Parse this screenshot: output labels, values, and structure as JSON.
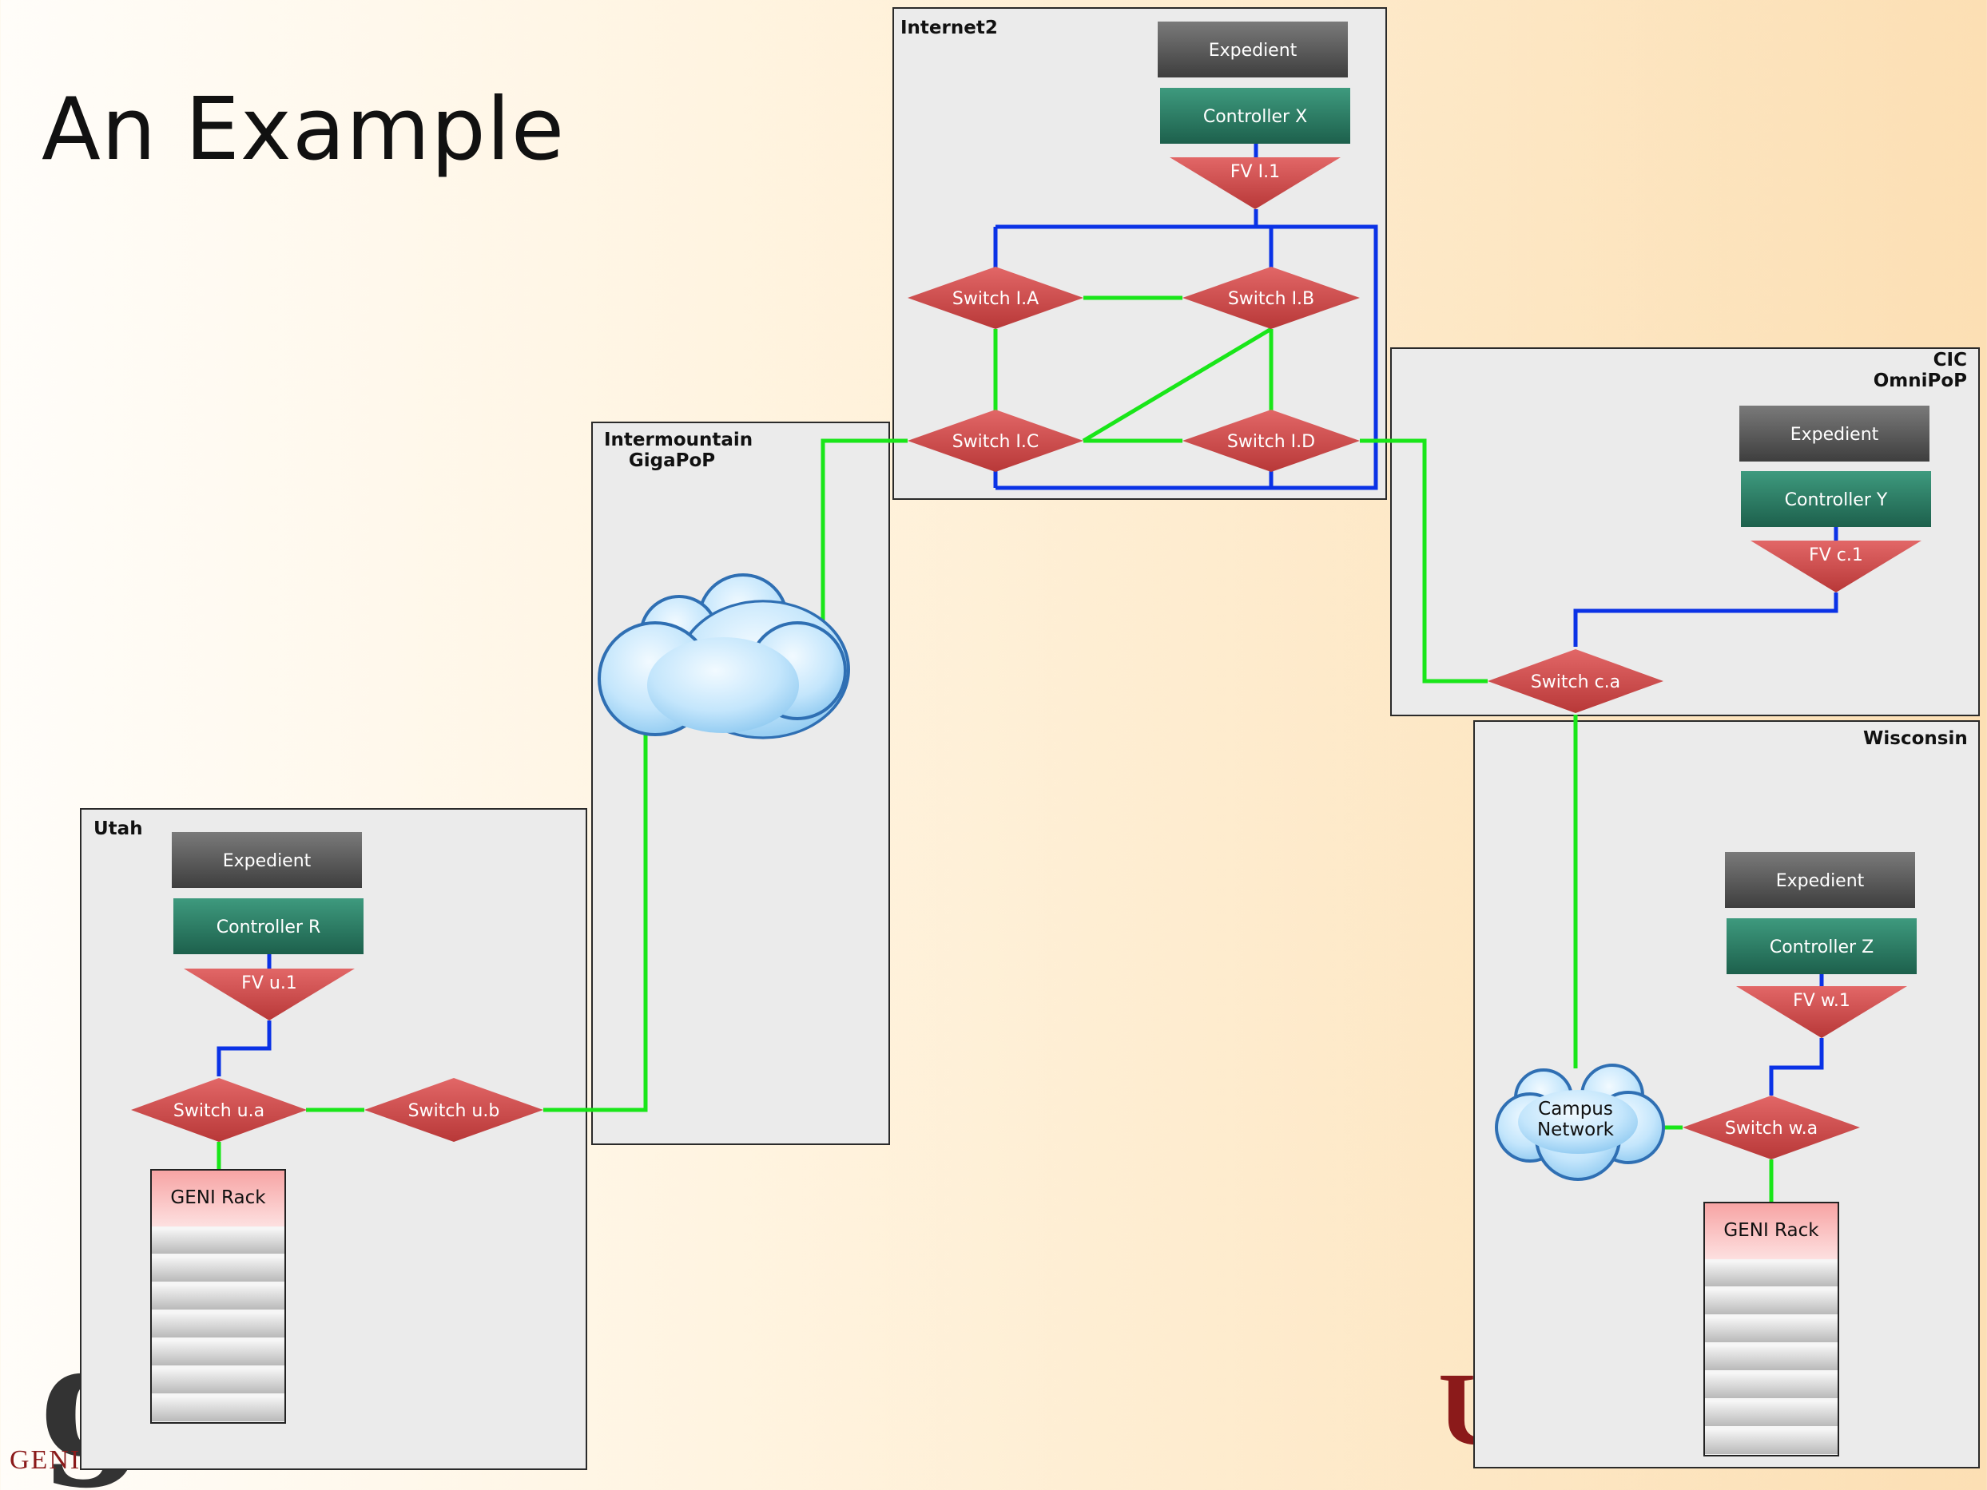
{
  "slide": {
    "title": "An Example",
    "logo_left_glyph": "g",
    "logo_left_text": "GENI",
    "logo_right_text": "U"
  },
  "domains": {
    "internet2": "Internet2",
    "cic_line1": "CIC",
    "cic_line2": "OmniPoP",
    "intermountain_line1": "Intermountain",
    "intermountain_line2": "GigaPoP",
    "utah": "Utah",
    "wisconsin": "Wisconsin"
  },
  "nodes": {
    "expedient": "Expedient",
    "controller_x": "Controller X",
    "controller_y": "Controller Y",
    "controller_r": "Controller R",
    "controller_z": "Controller Z",
    "fv_i1": "FV I.1",
    "fv_c1": "FV c.1",
    "fv_u1": "FV u.1",
    "fv_w1": "FV w.1",
    "switch_ia": "Switch I.A",
    "switch_ib": "Switch I.B",
    "switch_ic": "Switch I.C",
    "switch_id": "Switch I.D",
    "switch_ca": "Switch c.a",
    "switch_ua": "Switch u.a",
    "switch_ub": "Switch u.b",
    "switch_wa": "Switch w.a",
    "geni_rack": "GENI Rack",
    "campus_line1": "Campus",
    "campus_line2": "Network"
  },
  "colors": {
    "control_link": "#0a32e6",
    "data_link": "#19e619",
    "switch_fill": "#d24c4c",
    "expedient_fill": "#555555",
    "controller_fill": "#2a7a63",
    "cloud_fill": "#bfe3fb",
    "cloud_stroke": "#2f6fb3"
  }
}
